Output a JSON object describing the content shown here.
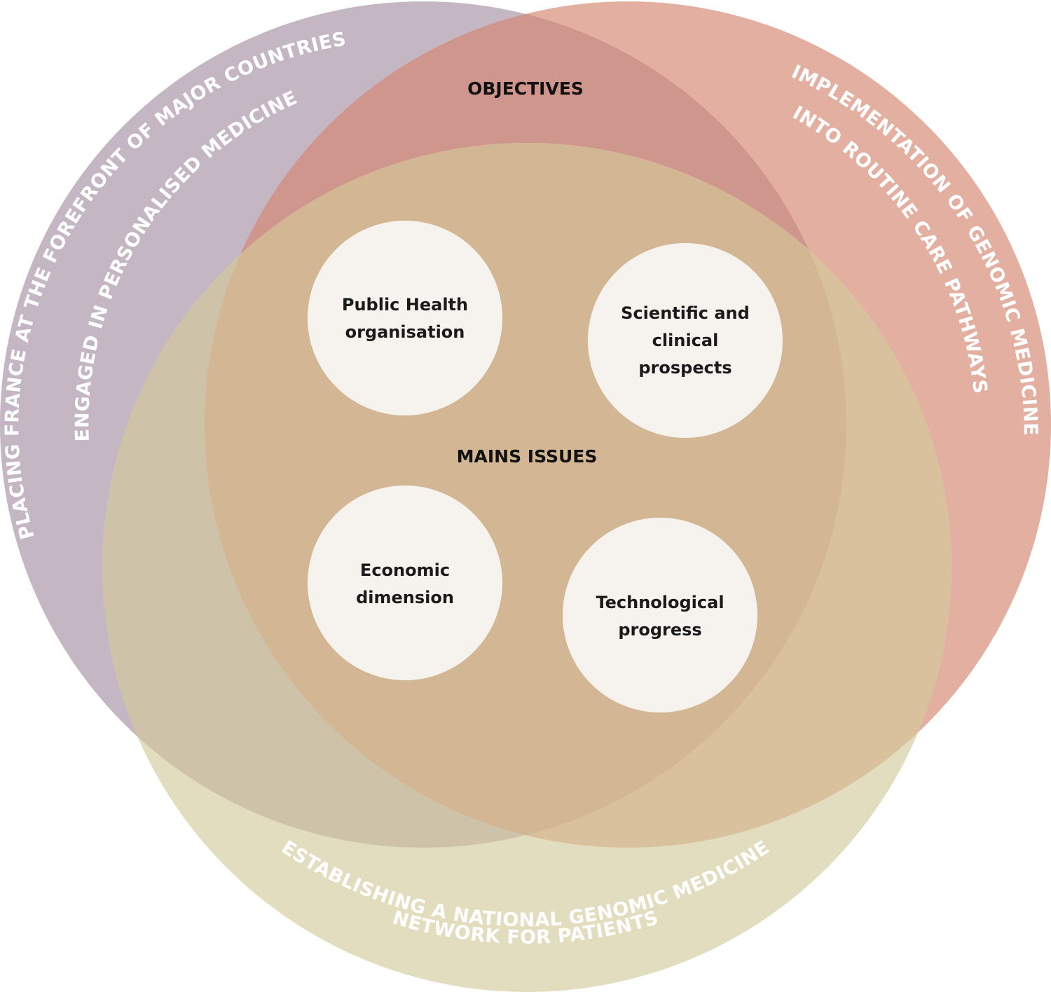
{
  "diagram": {
    "type": "venn",
    "colors": {
      "left_circle": "#c5b6c3",
      "right_circle": "#e3afa1",
      "bottom_circle": "#e3ddbf",
      "left_right_overlap": "#cf968e",
      "left_bottom_overlap": "#cec3a9",
      "right_bottom_overlap": "#d9c19e",
      "all_overlap": "#d3b795",
      "bubble_fill": "#f6f3ef",
      "arc_text": "#ffffff",
      "label_text": "#111111"
    },
    "sets": [
      {
        "id": "left",
        "label_line1": "PLACING FRANCE AT THE FOREFRONT OF MAJOR COUNTRIES",
        "label_line2": "ENGAGED IN PERSONALISED MEDICINE"
      },
      {
        "id": "right",
        "label_line1": "IMPLEMENTATION OF GENOMIC MEDICINE",
        "label_line2": "INTO ROUTINE CARE PATHWAYS"
      },
      {
        "id": "bottom",
        "label_line1": "ESTABLISHING A NATIONAL GENOMIC MEDICINE",
        "label_line2": "NETWORK FOR PATIENTS"
      }
    ],
    "objectives_label": "OBJECTIVES",
    "issues_label": "MAINS ISSUES",
    "issues": [
      {
        "line1": "Public Health",
        "line2": "organisation",
        "line3": ""
      },
      {
        "line1": "Scientific and",
        "line2": "clinical",
        "line3": "prospects"
      },
      {
        "line1": "Economic",
        "line2": "dimension",
        "line3": ""
      },
      {
        "line1": "Technological",
        "line2": "progress",
        "line3": ""
      }
    ]
  }
}
